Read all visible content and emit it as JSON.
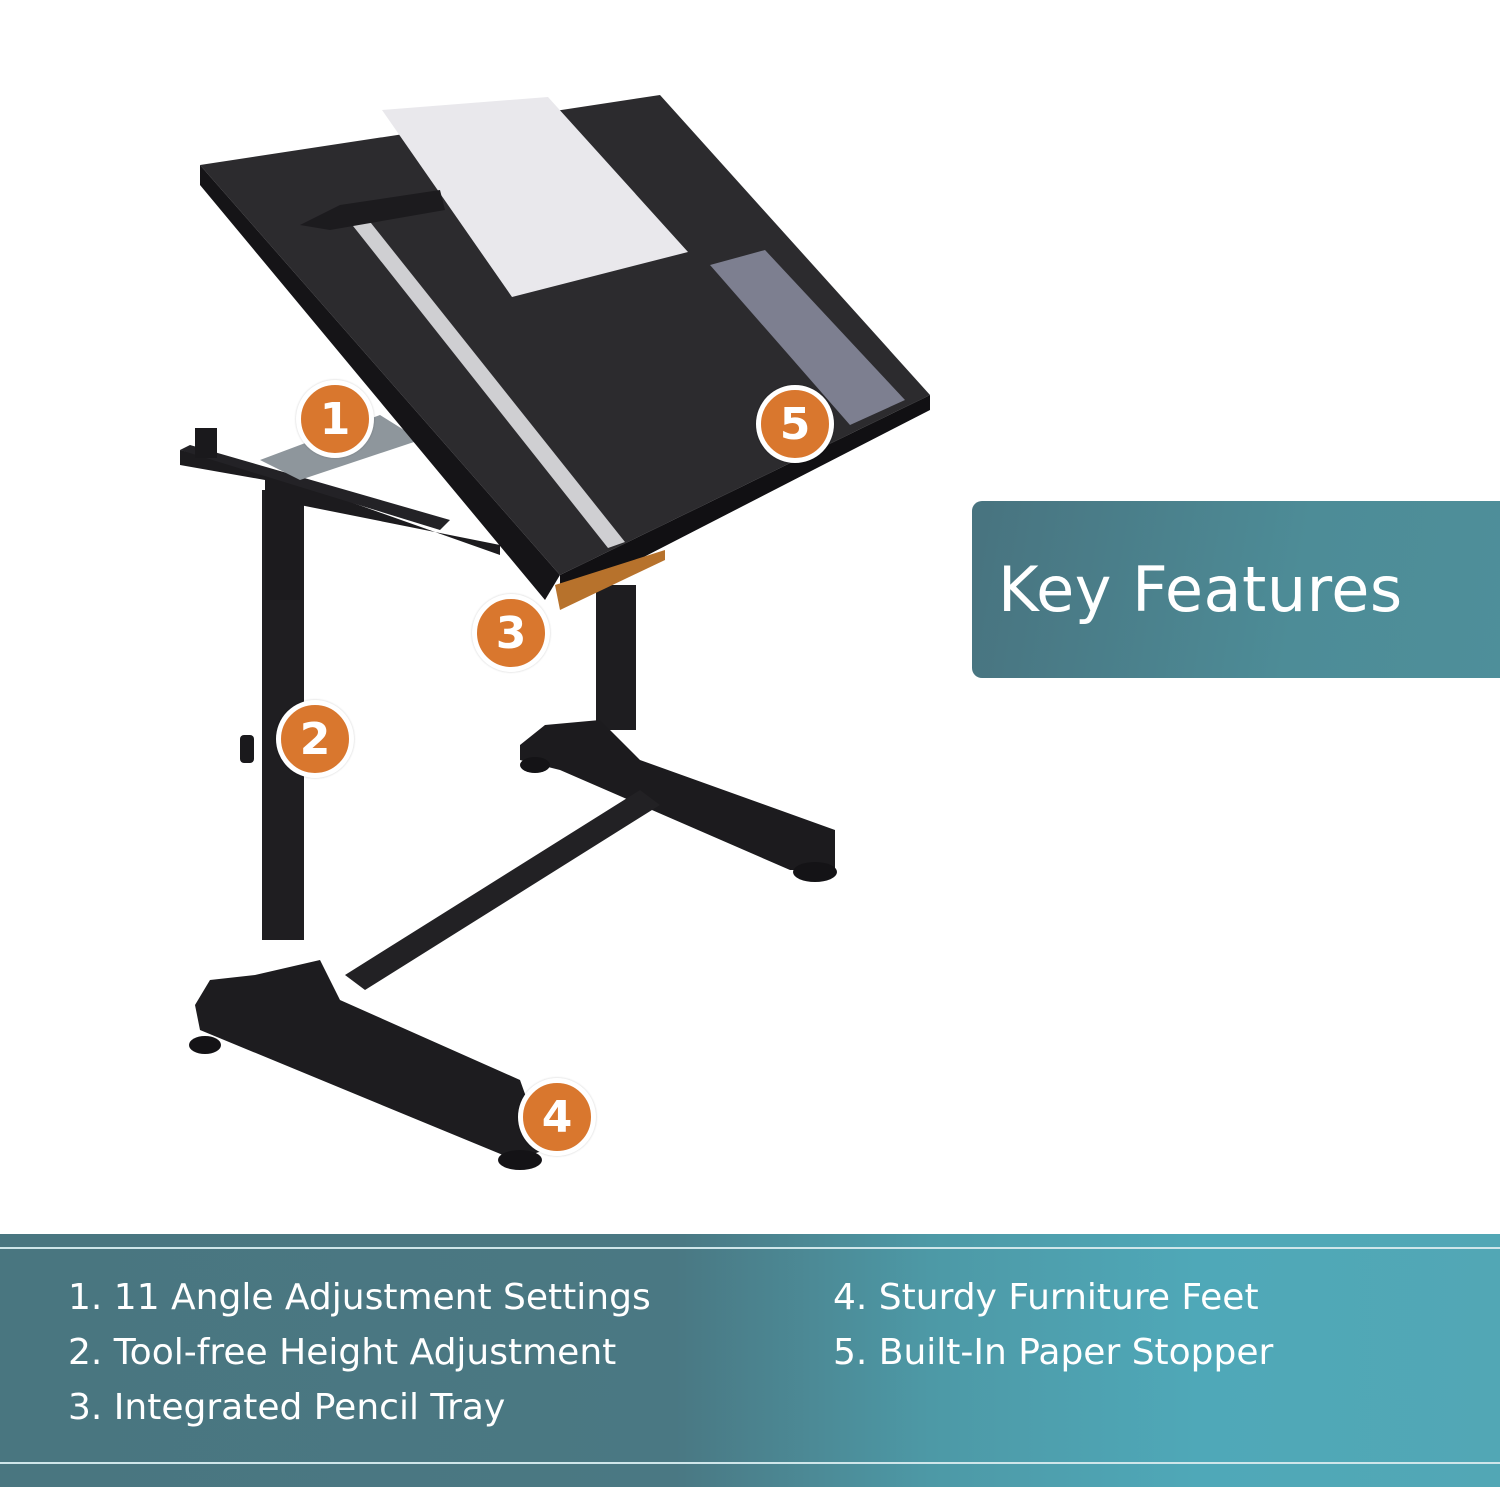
{
  "title": "Key Features",
  "markers": [
    {
      "number": "1",
      "feature": "11 Angle Adjustment Settings"
    },
    {
      "number": "2",
      "feature": "Tool-free Height Adjustment"
    },
    {
      "number": "3",
      "feature": "Integrated Pencil Tray"
    },
    {
      "number": "4",
      "feature": "Sturdy Furniture Feet"
    },
    {
      "number": "5",
      "feature": "Built-In Paper Stopper"
    }
  ],
  "features": [
    "1. 11 Angle Adjustment Settings",
    "2. Tool-free Height Adjustment",
    "3. Integrated Pencil Tray",
    "4. Sturdy Furniture Feet",
    "5. Built-In Paper Stopper"
  ],
  "colors": {
    "marker": "#d9772e",
    "teal_dark": "#48737f",
    "teal_light": "#52a7b5",
    "table": "#2b2a2d"
  }
}
